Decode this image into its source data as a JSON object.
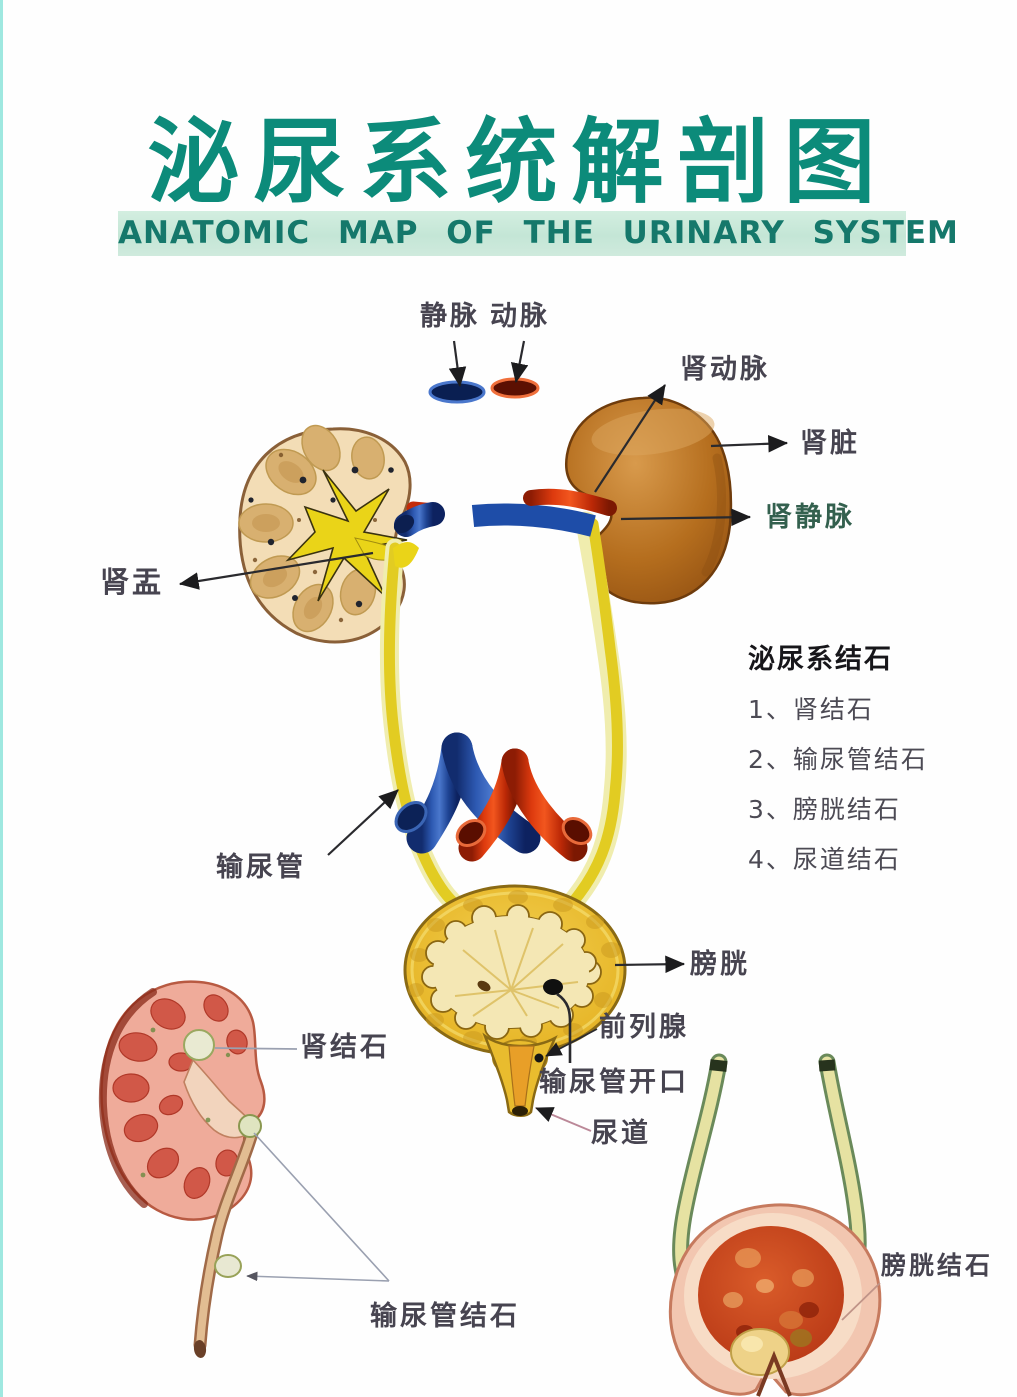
{
  "header": {
    "title": "泌尿系统解剖图",
    "subtitle": "ANATOMIC MAP OF THE URINARY SYSTEM"
  },
  "anatomy_labels": {
    "vein": "静脉",
    "artery": "动脉",
    "renal_artery": "肾动脉",
    "kidney": "肾脏",
    "renal_vein": "肾静脉",
    "renal_pelvis": "肾盂",
    "ureter": "输尿管",
    "bladder": "膀胱",
    "prostate": "前列腺",
    "ureteral_opening": "输尿管开口",
    "urethra": "尿道"
  },
  "pathology_labels": {
    "kidney_stone": "肾结石",
    "ureteral_stone": "输尿管结石",
    "bladder_stone": "膀胱结石"
  },
  "stone_list": {
    "title": "泌尿系结石",
    "items": [
      "1、肾结石",
      "2、输尿管结石",
      "3、膀胱结石",
      "4、尿道结石"
    ]
  },
  "colors": {
    "title_teal": "#0c8b7a",
    "banner_bg": "#c7e7d8",
    "vein_blue": "#1e4da8",
    "artery_red": "#df3a10",
    "kidney_brown": "#b06a1e",
    "ureter_yellow": "#e6d226",
    "bladder_gold": "#e7bb2c",
    "label_gray": "#474450",
    "renal_vein_label_green": "#33604e"
  }
}
